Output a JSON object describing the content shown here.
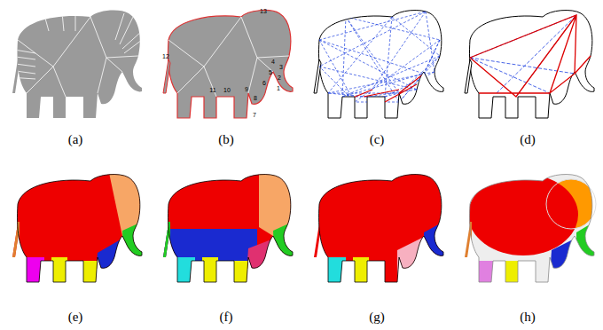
{
  "diagram": {
    "labels": [
      "13",
      "12",
      "4",
      "3",
      "5",
      "2",
      "6",
      "1",
      "9",
      "8",
      "7",
      "11",
      "10",
      "(a)",
      "(b)",
      "(c)",
      "(d)",
      "(e)",
      "(f)",
      "(g)",
      "(h)"
    ]
  }
}
